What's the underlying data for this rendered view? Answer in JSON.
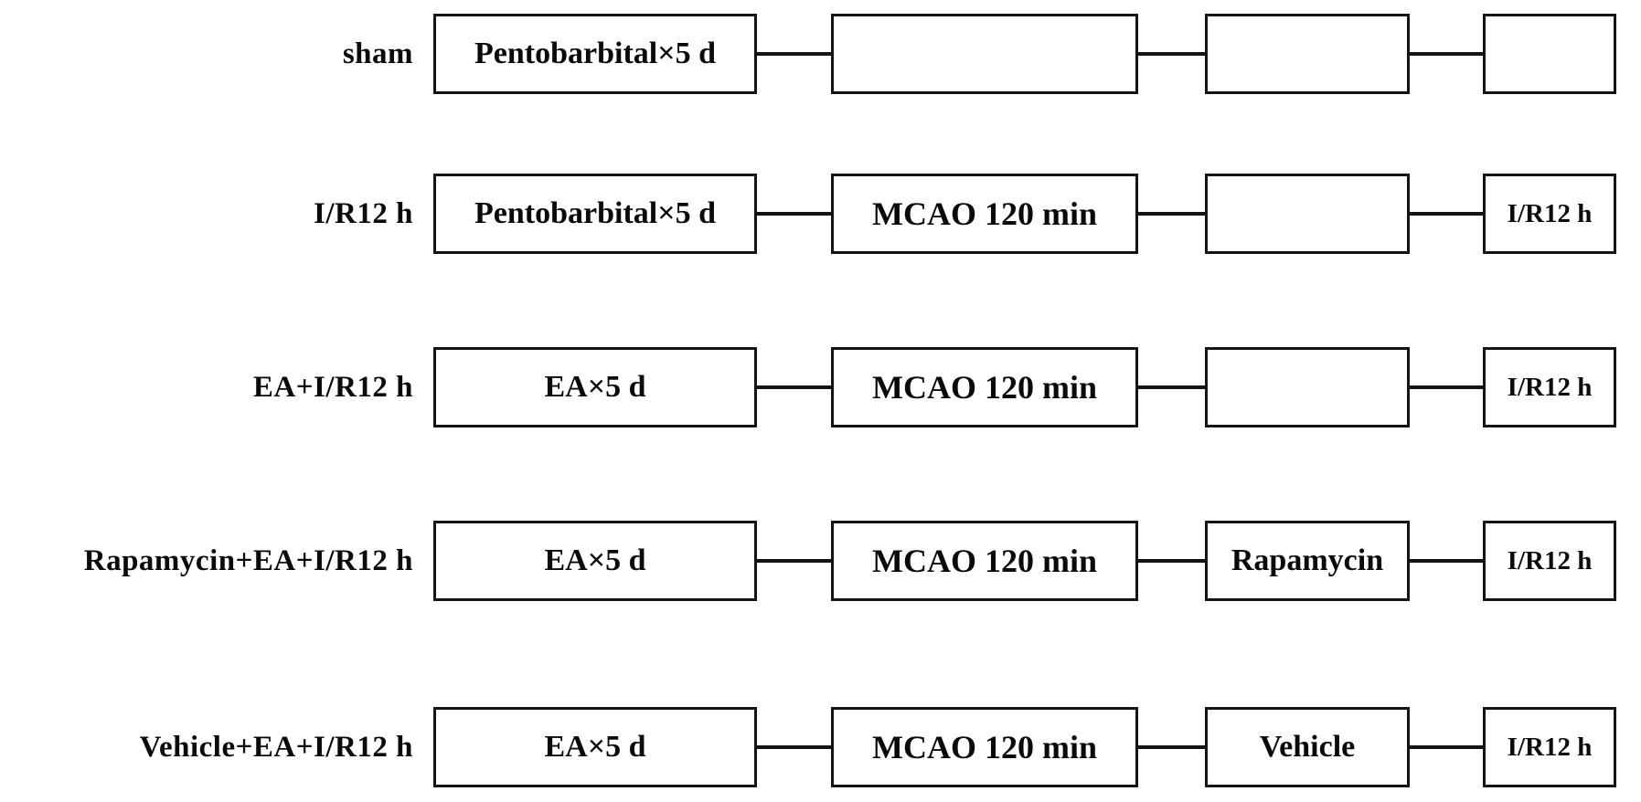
{
  "figure": {
    "description": "Experimental group timeline diagram",
    "colors": {
      "background": "#ffffff",
      "line": "#141414",
      "text": "#0a0a0a"
    },
    "rows": [
      {
        "label": "sham",
        "boxes": [
          "Pentobarbital×5 d",
          "",
          "",
          ""
        ]
      },
      {
        "label": "I/R12 h",
        "boxes": [
          "Pentobarbital×5 d",
          "MCAO 120 min",
          "",
          "I/R12 h"
        ]
      },
      {
        "label": "EA+I/R12 h",
        "boxes": [
          "EA×5 d",
          "MCAO 120 min",
          "",
          "I/R12 h"
        ]
      },
      {
        "label": "Rapamycin+EA+I/R12 h",
        "boxes": [
          "EA×5 d",
          "MCAO 120 min",
          "Rapamycin",
          "I/R12 h"
        ]
      },
      {
        "label": "Vehicle+EA+I/R12 h",
        "boxes": [
          "EA×5 d",
          "MCAO 120 min",
          "Vehicle",
          "I/R12 h"
        ]
      }
    ]
  }
}
